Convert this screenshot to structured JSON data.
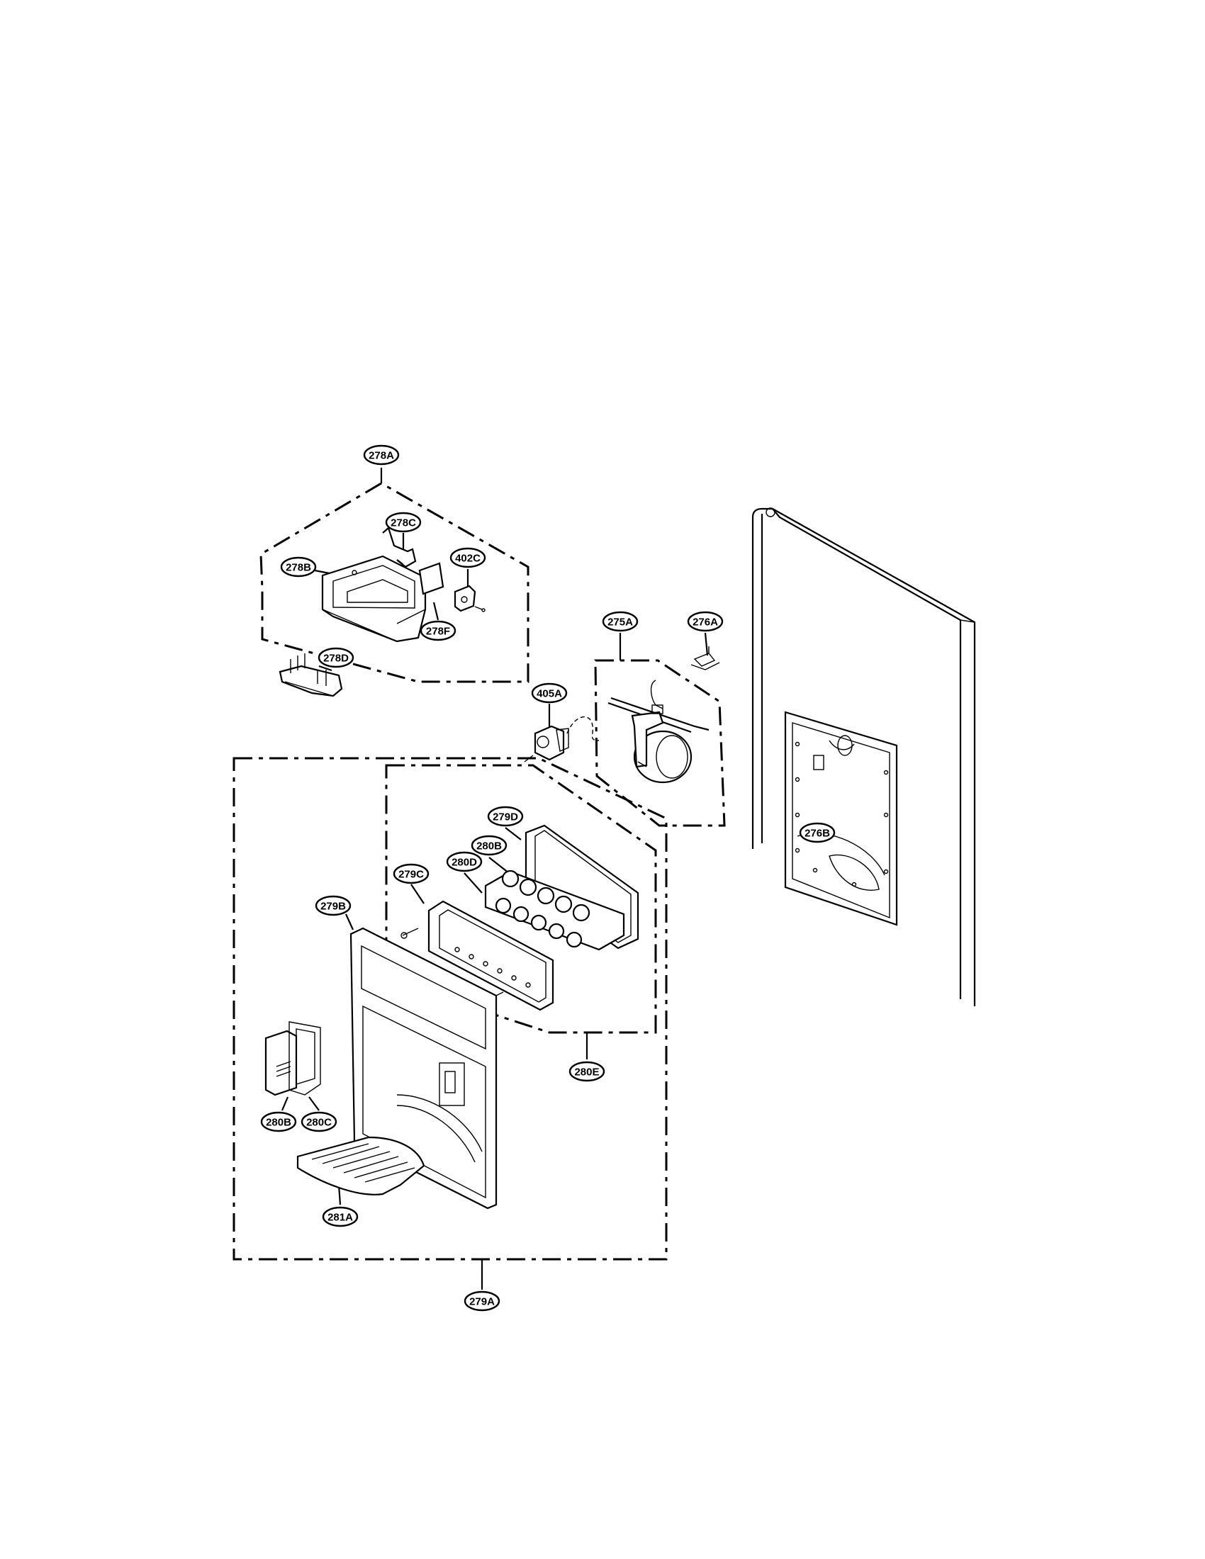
{
  "labels": {
    "p278A": "278A",
    "p278B": "278B",
    "p278C": "278C",
    "p278D": "278D",
    "p278F": "278F",
    "p402C": "402C",
    "p275A": "275A",
    "p276A": "276A",
    "p405A": "405A",
    "p276B": "276B",
    "p279A": "279A",
    "p279B": "279B",
    "p279C": "279C",
    "p279D": "279D",
    "p280B_panel": "280B",
    "p280D": "280D",
    "p280E": "280E",
    "p280B_cover": "280B",
    "p280C": "280C",
    "p281A": "281A"
  }
}
